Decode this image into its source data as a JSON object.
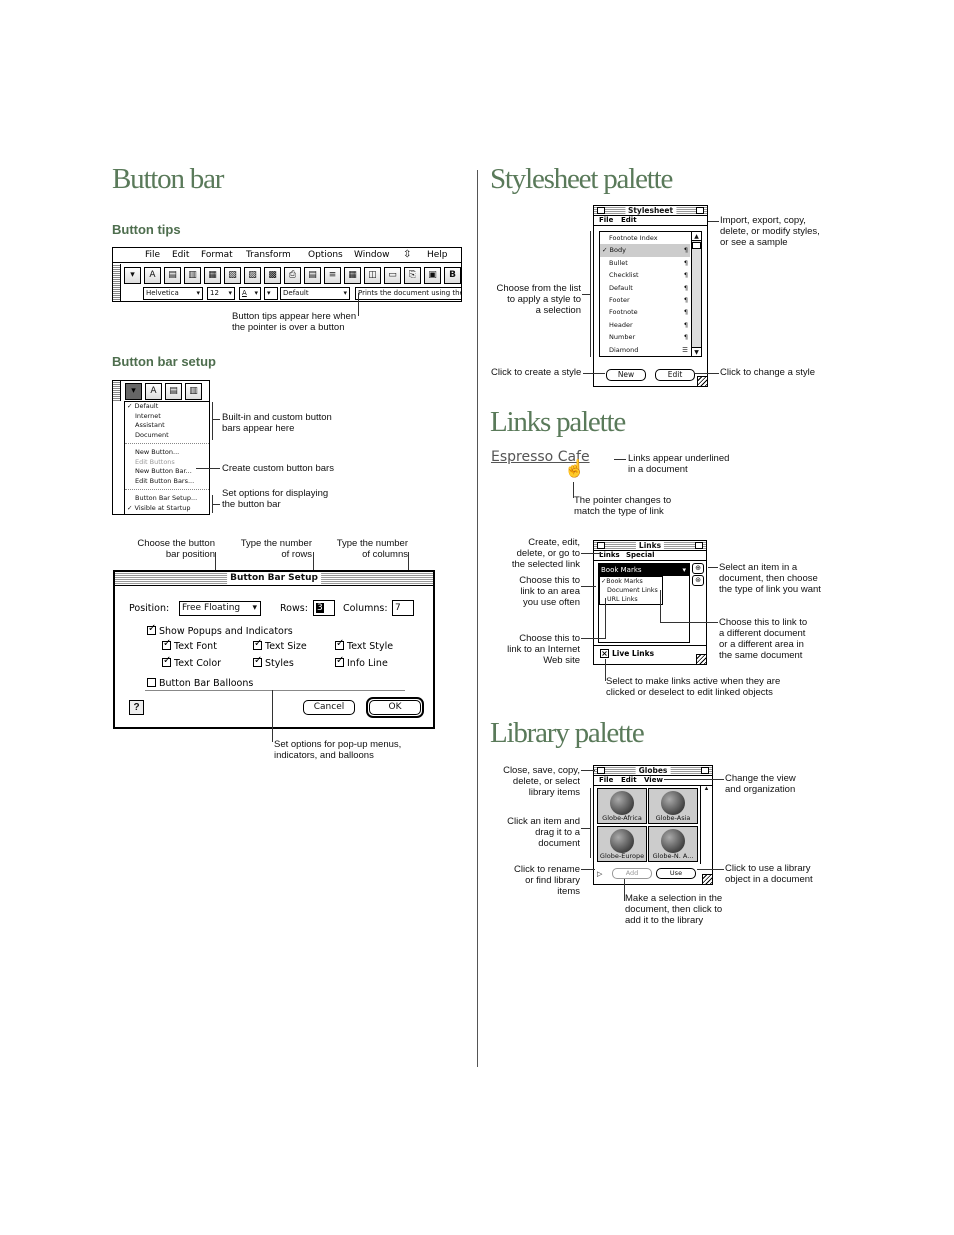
{
  "left": {
    "title": "Button bar",
    "tips_heading": "Button tips",
    "setup_heading": "Button bar setup",
    "menubar": [
      "File",
      "Edit",
      "Format",
      "Transform",
      "Options",
      "Window",
      "Help"
    ],
    "font_field": "Helvetica",
    "size_field": "12",
    "style_field": "Default",
    "tip_text": "Prints the document using the",
    "cap_tips": "Button tips appear here when\nthe pointer is over a button",
    "setup_menu": {
      "items": [
        "Default",
        "Internet",
        "Assistant",
        "Document",
        "New Button...",
        "Edit Buttons",
        "New Button Bar...",
        "Edit Button Bars...",
        "Button Bar Setup...",
        "Visible at Startup"
      ]
    },
    "cap_builtin": "Built-in and custom button\nbars appear here",
    "cap_create": "Create custom button bars",
    "cap_options": "Set options for displaying\nthe button bar",
    "cap_position": "Choose the button\nbar position",
    "cap_rows": "Type the number\nof rows",
    "cap_columns": "Type the number\nof columns",
    "dialog": {
      "title": "Button Bar Setup",
      "position_label": "Position:",
      "position_value": "Free Floating",
      "rows_label": "Rows:",
      "rows_value": "3",
      "columns_label": "Columns:",
      "columns_value": "7",
      "show_popups": "Show Popups and Indicators",
      "text_font": "Text Font",
      "text_size": "Text Size",
      "text_style": "Text Style",
      "text_color": "Text Color",
      "styles": "Styles",
      "info_line": "Info Line",
      "balloons": "Button Bar Balloons",
      "cancel": "Cancel",
      "ok": "OK",
      "help": "?"
    },
    "cap_popup": "Set options for pop-up menus,\nindicators, and balloons"
  },
  "stylesheet": {
    "title": "Stylesheet palette",
    "window_title": "Stylesheet",
    "menu": [
      "File",
      "Edit"
    ],
    "items": [
      "Footnote Index",
      "Body",
      "Bullet",
      "Checklist",
      "Default",
      "Footer",
      "Footnote",
      "Header",
      "Number",
      "Diamond"
    ],
    "new": "New",
    "edit": "Edit",
    "cap_import": "Import, export, copy,\ndelete, or modify styles,\nor see a sample",
    "cap_choose": "Choose from the list\nto apply a style to\na selection",
    "cap_create": "Click to create a style",
    "cap_change": "Click to change a style"
  },
  "links": {
    "title": "Links palette",
    "sample_link": "Espresso Cafe",
    "cap_underlined": "Links appear underlined\nin a document",
    "cap_pointer": "The pointer changes to\nmatch the type of link",
    "window_title": "Links",
    "menu": [
      "Links",
      "Special"
    ],
    "popup_value": "Book Marks",
    "popup_items": [
      "Book Marks",
      "Document Links",
      "URL Links"
    ],
    "live_links": "Live Links",
    "cap_create": "Create, edit,\ndelete, or go to\nthe selected link",
    "cap_area": "Choose this to\nlink to an area\nyou use often",
    "cap_internet": "Choose this to\nlink to an Internet\nWeb site",
    "cap_select_item": "Select an item in a\ndocument, then choose\nthe type of link you want",
    "cap_different": "Choose this to link to\na different document\nor a different area in\nthe same document",
    "cap_live": "Select to make links active when they are\nclicked or deselect to edit linked objects"
  },
  "library": {
    "title": "Library palette",
    "window_title": "Globes",
    "menu": [
      "File",
      "Edit",
      "View"
    ],
    "items": [
      "Globe-Africa",
      "Globe-Asia",
      "Globe-Europe",
      "Globe-N. A..."
    ],
    "add": "Add",
    "use": "Use",
    "cap_close": "Close, save, copy,\ndelete, or select\nlibrary items",
    "cap_drag": "Click an item and\ndrag it to a\ndocument",
    "cap_rename": "Click to rename\nor find library\nitems",
    "cap_view": "Change the view\nand organization",
    "cap_use": "Click to use a library\nobject in a document",
    "cap_add": "Make a selection in the\ndocument, then click to\nadd it to the library"
  }
}
